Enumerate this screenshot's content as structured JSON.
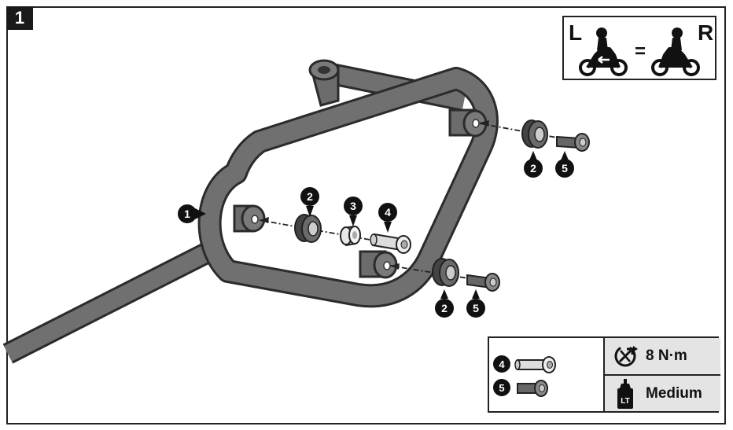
{
  "step_number": "1",
  "side_indicator": {
    "left": "L",
    "equals": "=",
    "right": "R"
  },
  "callouts": {
    "c1": "1",
    "c2a": "2",
    "c3": "3",
    "c4": "4",
    "c2b": "2",
    "c5a": "5",
    "c2c": "2",
    "c5b": "5"
  },
  "legend": {
    "part_a": "4",
    "part_b": "5",
    "torque": "8 N·m",
    "threadlock": "Medium",
    "threadlock_icon_label": "LT"
  },
  "icons": [
    "torque-wrench-icon",
    "threadlock-bottle-icon",
    "motorcycle-left-icon",
    "motorcycle-right-icon"
  ]
}
